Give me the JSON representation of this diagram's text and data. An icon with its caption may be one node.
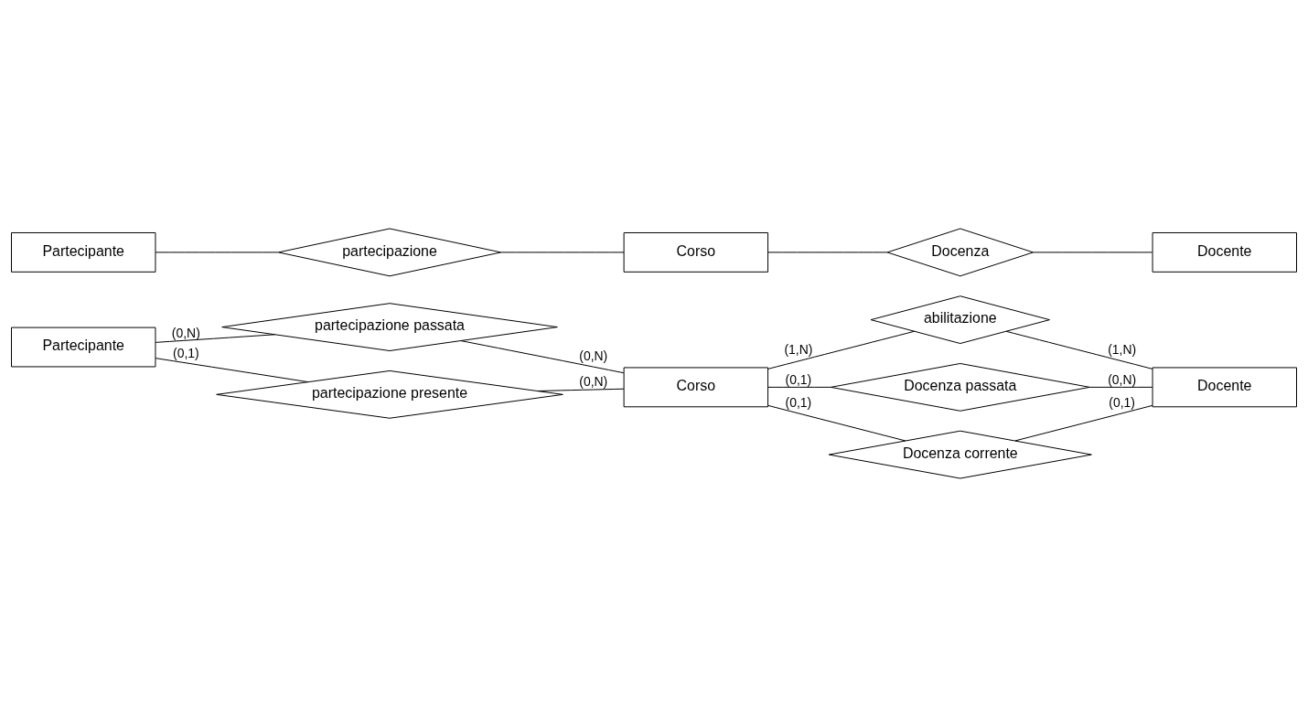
{
  "diagram": {
    "nodes": [
      {
        "text": [
          "Partecipante"
        ]
      },
      {
        "text": [
          "partecipazione"
        ]
      },
      {
        "text": [
          "Corso"
        ]
      },
      {
        "text": [
          "Docenza"
        ]
      },
      {
        "text": [
          "Docente"
        ]
      },
      {
        "text": [
          "Partecipante"
        ]
      },
      {
        "text": [
          "partecipazione passata"
        ]
      },
      {
        "text": [
          "partecipazione presente"
        ]
      },
      {
        "text": [
          "Corso"
        ]
      },
      {
        "text": [
          "abilitazione"
        ]
      },
      {
        "text": [
          "Docenza passata"
        ]
      },
      {
        "text": [
          "Docenza corrente"
        ]
      },
      {
        "text": [
          "Docente"
        ]
      }
    ],
    "edges": [
      {
        "from": 0,
        "to": 1,
        "arrow": "none"
      },
      {
        "from": 1,
        "to": 2,
        "arrow": "none"
      },
      {
        "from": 2,
        "to": 3,
        "arrow": "none"
      },
      {
        "from": 3,
        "to": 4,
        "arrow": "none"
      },
      {
        "from": 5,
        "to": 6,
        "arrow": "none",
        "label": "(0,N)"
      },
      {
        "from": 6,
        "to": 8,
        "arrow": "none",
        "label": "(0,N)"
      },
      {
        "from": 5,
        "to": 7,
        "arrow": "none",
        "label": "(0,1)"
      },
      {
        "from": 7,
        "to": 8,
        "arrow": "none",
        "label": "(0,N)"
      },
      {
        "from": 8,
        "to": 9,
        "arrow": "none",
        "label": "(1,N)"
      },
      {
        "from": 9,
        "to": 12,
        "arrow": "none",
        "label": "(1,N)"
      },
      {
        "from": 8,
        "to": 10,
        "arrow": "none",
        "label": "(0,1)"
      },
      {
        "from": 10,
        "to": 12,
        "arrow": "none",
        "label": "(0,N)"
      },
      {
        "from": 8,
        "to": 11,
        "arrow": "none",
        "label": "(0,1)"
      },
      {
        "from": 11,
        "to": 12,
        "arrow": "none",
        "label": "(0,1)"
      }
    ]
  }
}
